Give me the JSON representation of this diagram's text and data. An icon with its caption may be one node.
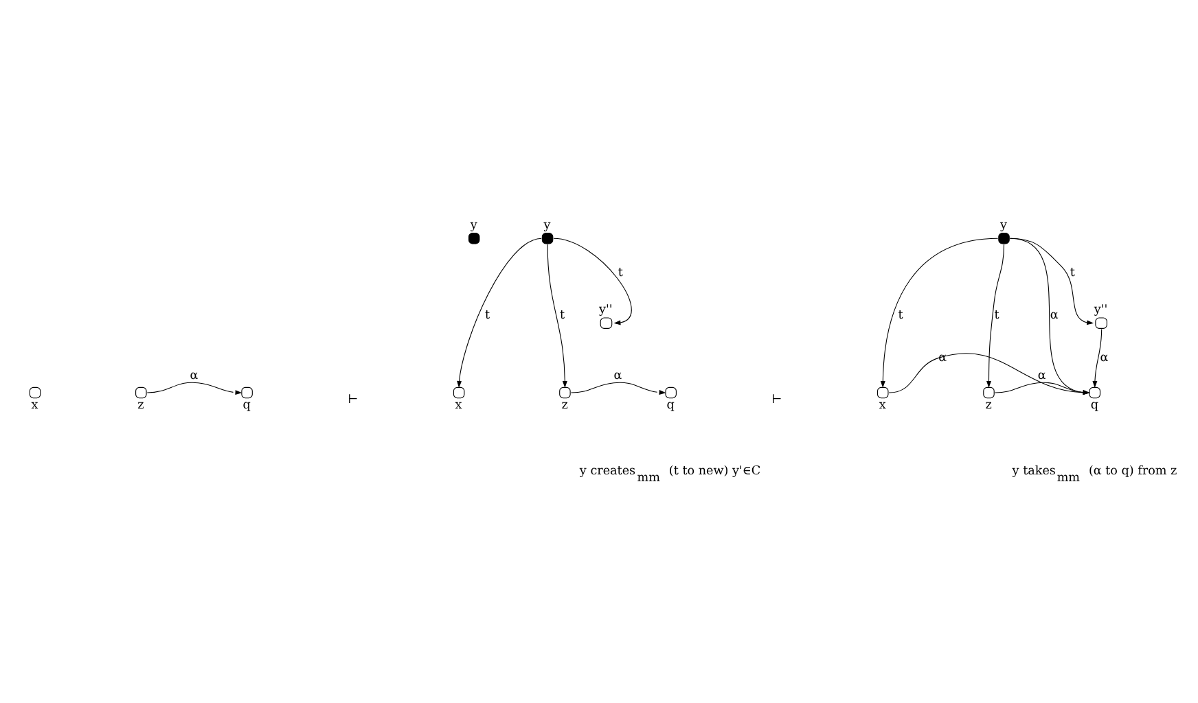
{
  "diagram": {
    "nodes": [
      {
        "text": [],
        "shape": "dot",
        "beside": [
          "y"
        ]
      },
      {
        "text": [],
        "shape": "circle",
        "beside": [
          "x"
        ]
      },
      {
        "text": [],
        "shape": "circle",
        "beside": [
          "z"
        ]
      },
      {
        "text": [],
        "shape": "circle",
        "beside": [
          "q"
        ]
      },
      {
        "text": [],
        "shape": "dot",
        "beside": [
          "y"
        ]
      },
      {
        "text": [],
        "shape": "circle",
        "beside": [
          "y''"
        ]
      },
      {
        "text": [],
        "shape": "circle",
        "beside": [
          "x"
        ]
      },
      {
        "text": [],
        "shape": "circle",
        "beside": [
          "z"
        ]
      },
      {
        "text": [],
        "shape": "circle",
        "beside": [
          "q"
        ]
      },
      {
        "text": [],
        "shape": "dot",
        "beside": [
          "y"
        ]
      },
      {
        "text": [],
        "shape": "circle",
        "beside": [
          "y''"
        ]
      },
      {
        "text": [],
        "shape": "circle",
        "beside": [
          "x"
        ]
      },
      {
        "text": [],
        "shape": "circle",
        "beside": [
          "z"
        ]
      },
      {
        "text": [],
        "shape": "circle",
        "beside": [
          "q"
        ]
      }
    ],
    "edges": [
      {
        "from": 2,
        "to": 3,
        "arrow": "to",
        "label": "α"
      },
      {
        "from": 4,
        "to": 5,
        "arrow": "to",
        "label": "t"
      },
      {
        "from": 4,
        "to": 6,
        "arrow": "to",
        "label": "t"
      },
      {
        "from": 4,
        "to": 7,
        "arrow": "to",
        "label": "t"
      },
      {
        "from": 7,
        "to": 8,
        "arrow": "to",
        "label": "α"
      },
      {
        "from": 9,
        "to": 10,
        "arrow": "to",
        "label": "t"
      },
      {
        "from": 9,
        "to": 11,
        "arrow": "to",
        "label": "t"
      },
      {
        "from": 9,
        "to": 12,
        "arrow": "to",
        "label": "t"
      },
      {
        "from": 9,
        "to": 13,
        "arrow": "to",
        "label": "α"
      },
      {
        "from": 10,
        "to": 13,
        "arrow": "to",
        "label": "α"
      },
      {
        "from": 12,
        "to": 13,
        "arrow": "to",
        "label": "α"
      },
      {
        "from": 11,
        "to": 13,
        "arrow": "to",
        "label": "α"
      }
    ],
    "labels": [
      "⊢",
      "y creates$_{mm}$ (t to new) y'∈C",
      "⊢",
      "y takes$_{mm}$ (α to q) from z"
    ]
  }
}
